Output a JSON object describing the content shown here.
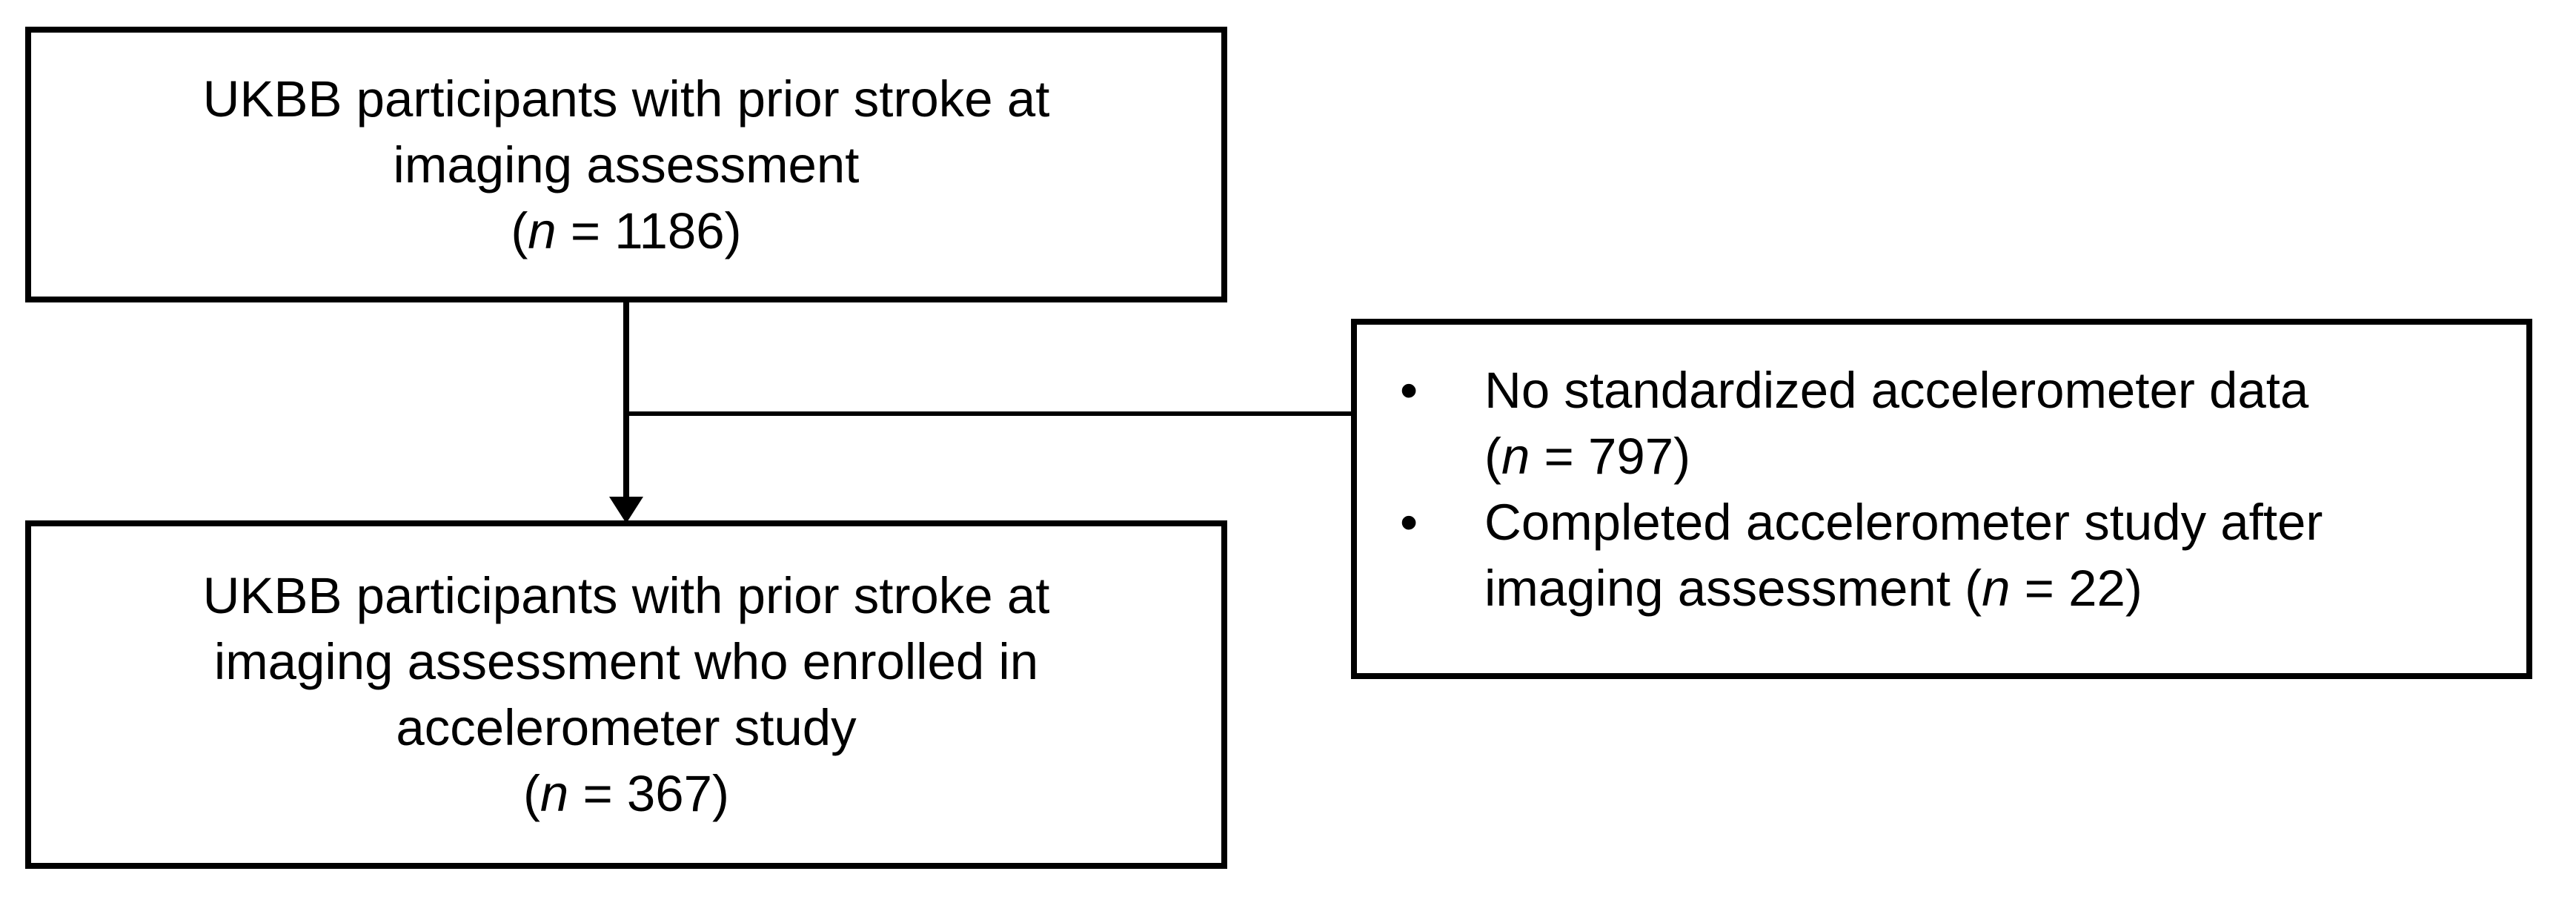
{
  "flowchart": {
    "top_box": {
      "lines": [
        "UKBB participants with prior stroke at",
        "imaging assessment"
      ],
      "count_prefix": "(",
      "count_symbol": "n",
      "count_suffix": " = 1186)"
    },
    "bottom_box": {
      "lines": [
        "UKBB participants with prior stroke at",
        "imaging assessment who enrolled in",
        "accelerometer study"
      ],
      "count_prefix": "(",
      "count_symbol": "n",
      "count_suffix": "  = 367)"
    },
    "exclusion_box": {
      "bullet_glyph": "•",
      "items": [
        {
          "line1": "No standardized accelerometer data",
          "line2_prefix": "(",
          "line2_symbol": "n",
          "line2_suffix": " = 797)"
        },
        {
          "line1": "Completed accelerometer study after",
          "line2_prefix": "imaging assessment (",
          "line2_symbol": "n",
          "line2_suffix": " = 22)"
        }
      ]
    },
    "colors": {
      "stroke": "#000000",
      "background": "#ffffff"
    }
  }
}
